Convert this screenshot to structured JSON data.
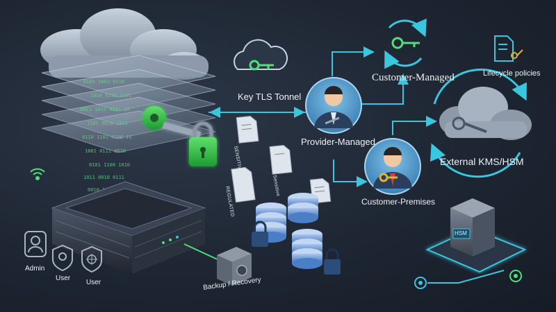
{
  "labels": {
    "key_tls_tunnel": "Key TLS Tonnel",
    "customer_managed": "Customer-Managed",
    "provider_managed": "Provider-Managed",
    "customer_premises": "Customer-Premises",
    "lifecycle_policies": "Lifecycle policies",
    "external_kms_hsm": "External KMS/HSM",
    "backup_recovery": "Backup / Recovery",
    "admin": "Admin",
    "user_1": "User",
    "user_2": "User",
    "hsm": "HSM"
  },
  "documents": {
    "sensitive_1": "SENSITIVE",
    "sensitive_2": "Sensitive",
    "regulated": "REGULATED"
  },
  "colors": {
    "background": "#1e2633",
    "accent_green": "#3fd44f",
    "accent_cyan": "#3bc6e0",
    "storage_blue": "#4a7fc8",
    "label_text": "#eef2f6"
  },
  "icons": [
    "cloud-icon",
    "key-icon",
    "padlock-icon",
    "document-icon",
    "person-icon",
    "shield-icon",
    "wifi-icon",
    "vault-icon",
    "server-icon",
    "hsm-icon",
    "gear-icon"
  ]
}
